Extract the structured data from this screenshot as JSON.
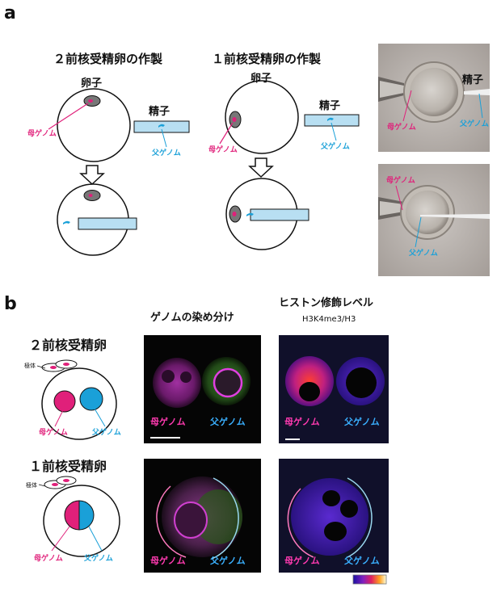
{
  "panels": {
    "a": "a",
    "b": "b"
  },
  "panel_a": {
    "left_title": "２前核受精卵の作製",
    "right_title": "１前核受精卵の作製",
    "egg": "卵子",
    "sperm": "精子",
    "maternal_genome": "母ゲノム",
    "paternal_genome": "父ゲノム",
    "photo_sperm": "精子"
  },
  "panel_b": {
    "col_staining": "ゲノムの染め分け",
    "col_histone": "ヒストン修飾レベル",
    "histone_sub": "H3K4me3/H3",
    "row1": "２前核受精卵",
    "row2": "１前核受精卵",
    "polar_body": "極体",
    "maternal_genome": "母ゲノム",
    "paternal_genome": "父ゲノム"
  },
  "colors": {
    "maternal": "#e0207a",
    "paternal": "#1aa0d8",
    "channel": "#b8dff2"
  }
}
